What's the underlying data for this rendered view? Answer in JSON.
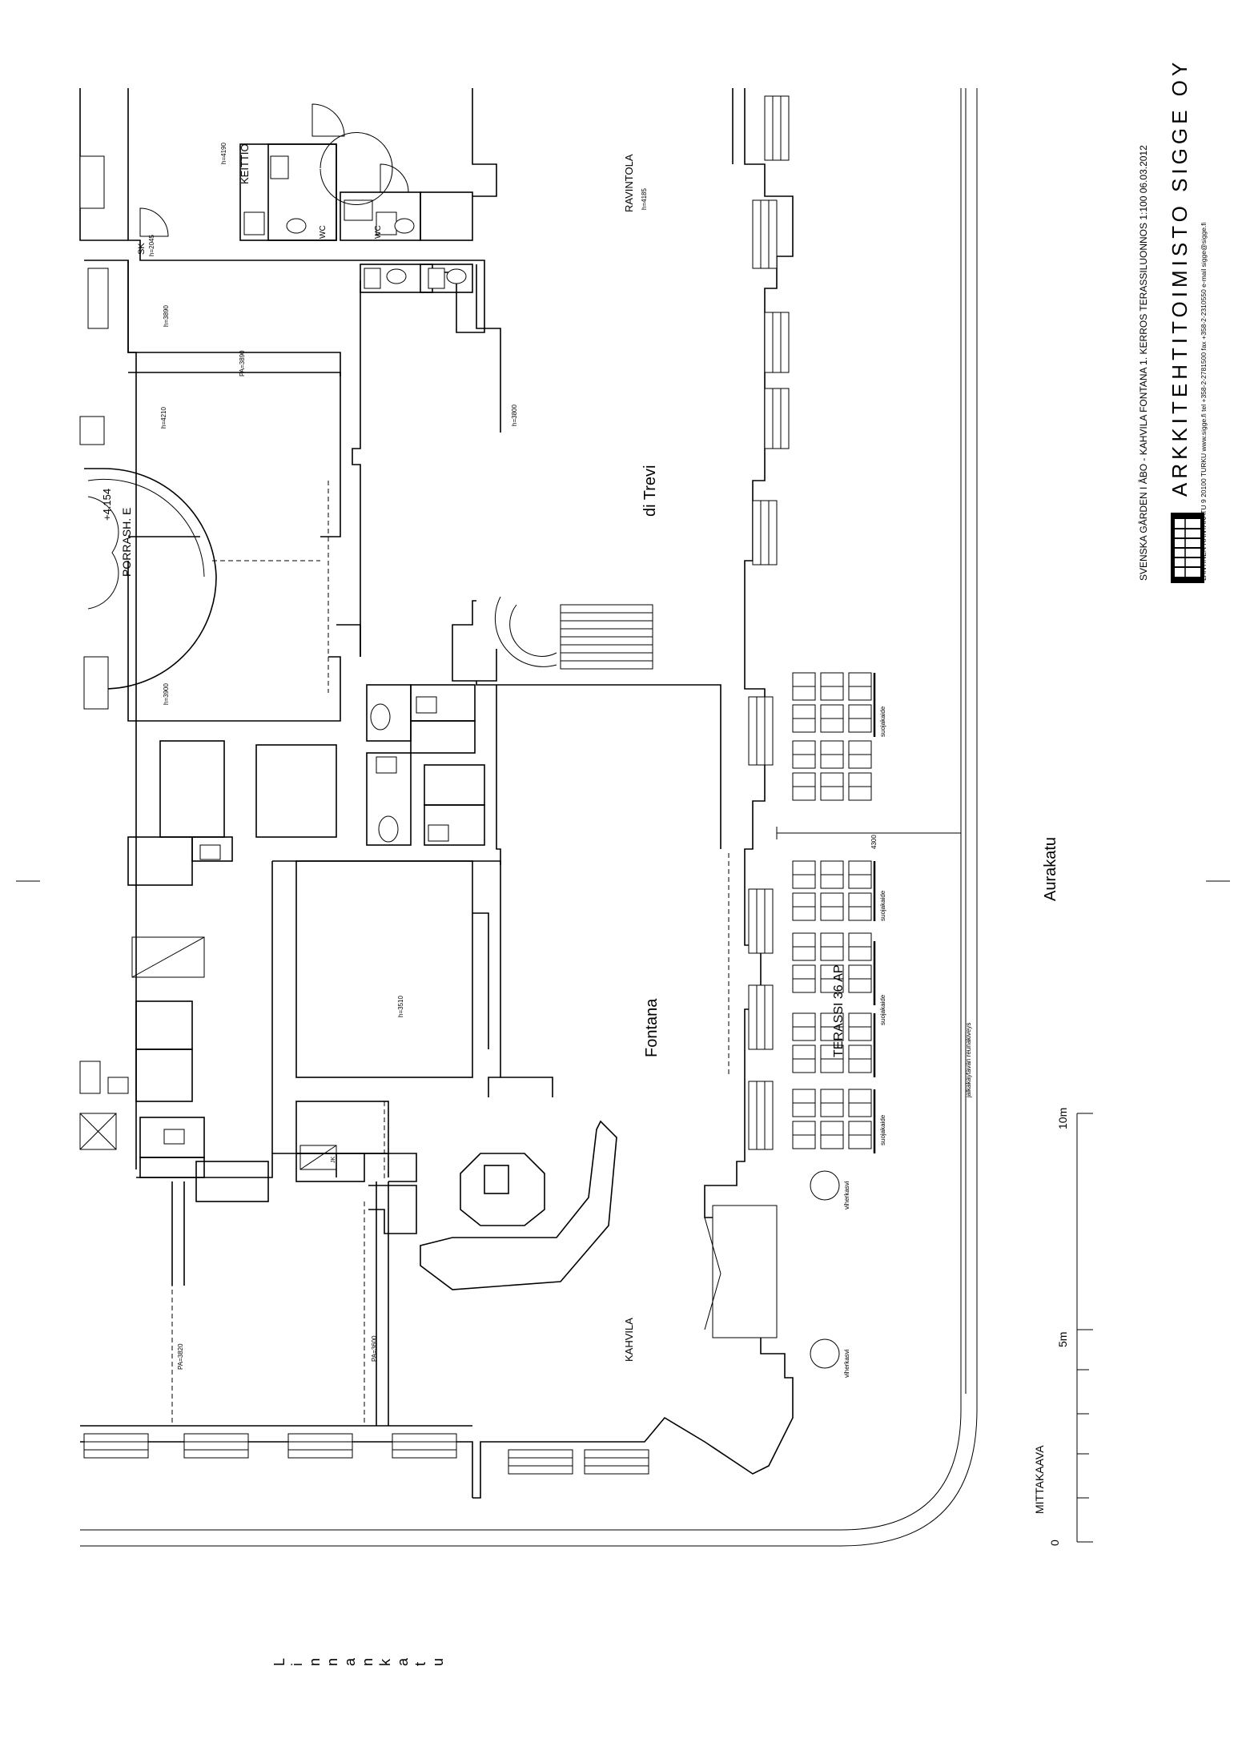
{
  "title_block": {
    "project_line": "SVENSKA GÅRDEN I ÅBO - KAHVILA FONTANA 1. KERROS TERASSILUONNOS 1:100 06.03.2012",
    "firm_name": "ARKKITEHTITOIMISTO SIGGE OY",
    "address_line": "LÄNTINEN RANTAKATU 9 20100 TURKU www.sigge.fi tel +358-2-2781500 fax +358-2-2310550 e-mail sigge@sigge.fi"
  },
  "streets": {
    "east": "Aurakatu",
    "south": "Linnankatu"
  },
  "rooms": {
    "keittio": "KEITTIÖ",
    "keittio_h": "h=4190",
    "ravintola": "RAVINTOLA",
    "ravintola_h": "h=4185",
    "di_trevi": "di Trevi",
    "h_3800": "h=3800",
    "h_3890": "h=3890",
    "pa_3890": "PA=3890",
    "h_4210": "h=4210",
    "porrash": "PORRASH. E",
    "porrash_level": "+4.154",
    "h_3900": "h=3900",
    "fontana": "Fontana",
    "h_3510": "h=3510",
    "kahvila": "KAHVILA",
    "pa_3820": "PA=3820",
    "pa_3600": "PA=3600",
    "wc": "WC",
    "sk": "SK",
    "sk_h": "h=2045",
    "jk": "JK"
  },
  "terrace": {
    "label": "TERASSI 36 AP",
    "screen_label": "suojakaide",
    "plant_label": "viherkasvi",
    "dimension": "4300",
    "curb_note": "jalkakäytävän reunakiveys"
  },
  "scale_bar": {
    "title": "MITTAKAAVA",
    "ticks": [
      "0",
      "5m",
      "10m"
    ]
  },
  "colors": {
    "ink": "#000000",
    "paper": "#ffffff"
  }
}
